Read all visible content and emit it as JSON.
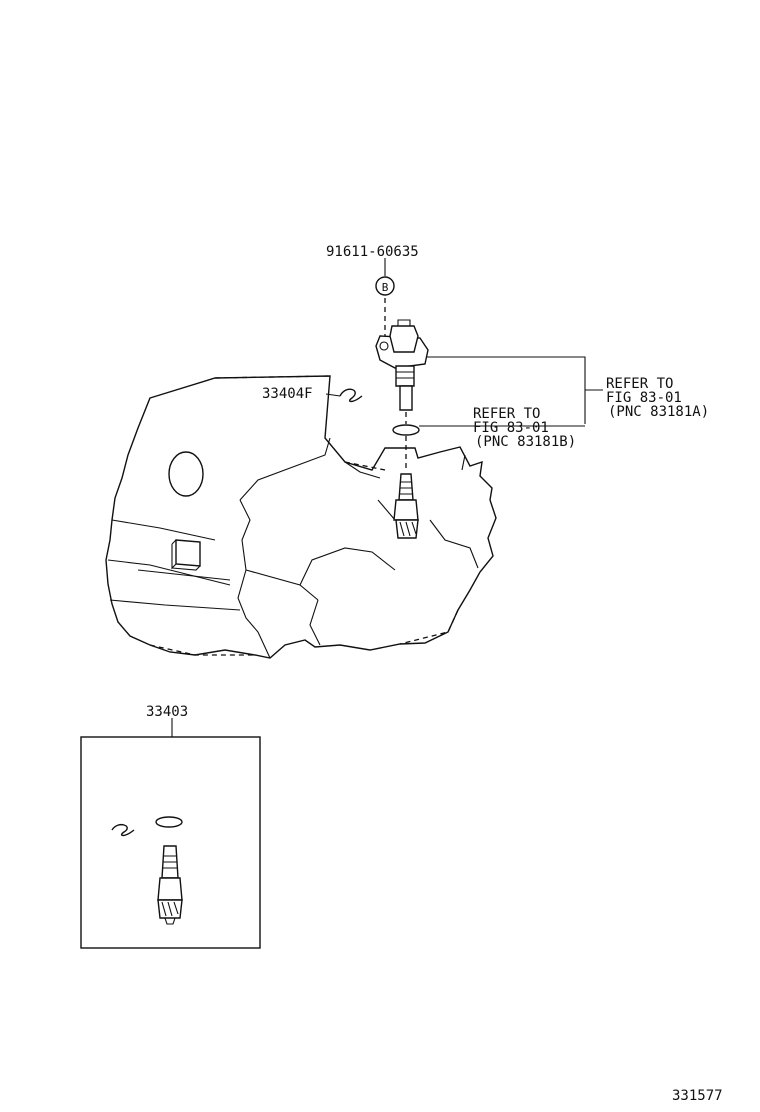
{
  "labels": {
    "bolt_part": "91611-60635",
    "bolt_marker": "B",
    "clip_part": "33404F",
    "refer_a": {
      "line1": "REFER TO",
      "line2": "FIG 83-01",
      "line3": "(PNC 83181A)"
    },
    "refer_b": {
      "line1": "REFER TO",
      "line2": "FIG 83-01",
      "line3": "(PNC 83181B)"
    },
    "kit_part": "33403",
    "diagram_number": "331577"
  }
}
